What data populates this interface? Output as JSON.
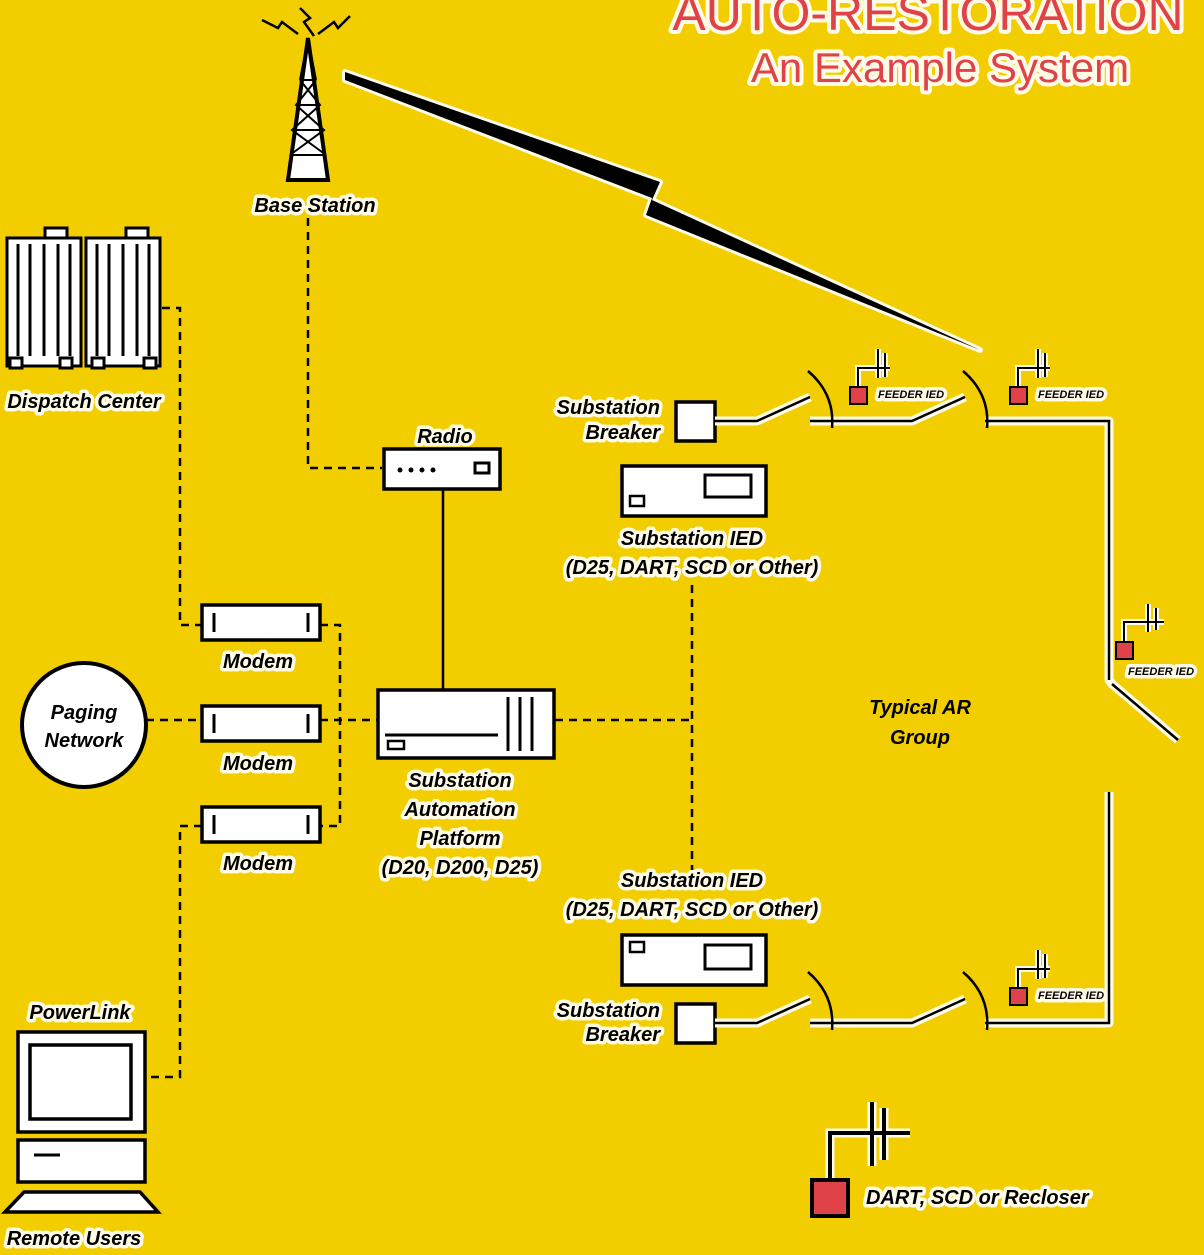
{
  "title": {
    "line1": "AUTO-RESTORATION",
    "line2": "An Example System"
  },
  "labels": {
    "base_station": "Base Station",
    "dispatch_center": "Dispatch Center",
    "radio": "Radio",
    "modem": "Modem",
    "paging_line1": "Paging",
    "paging_line2": "Network",
    "platform_line1": "Substation",
    "platform_line2": "Automation",
    "platform_line3": "Platform",
    "platform_line4": "(D20, D200, D25)",
    "substation_ied": "Substation IED",
    "ied_models": "(D25, DART, SCD or Other)",
    "breaker_line1": "Substation",
    "breaker_line2": "Breaker",
    "feeder_ied": "FEEDER IED",
    "ar_group_line1": "Typical AR",
    "ar_group_line2": "Group",
    "powerlink": "PowerLink",
    "remote_users": "Remote Users",
    "legend": "DART, SCD or Recloser"
  },
  "colors": {
    "background": "#f2cd00",
    "title": "#e0424a",
    "ied_fill": "#e0424a",
    "halo": "#fffbe6"
  }
}
